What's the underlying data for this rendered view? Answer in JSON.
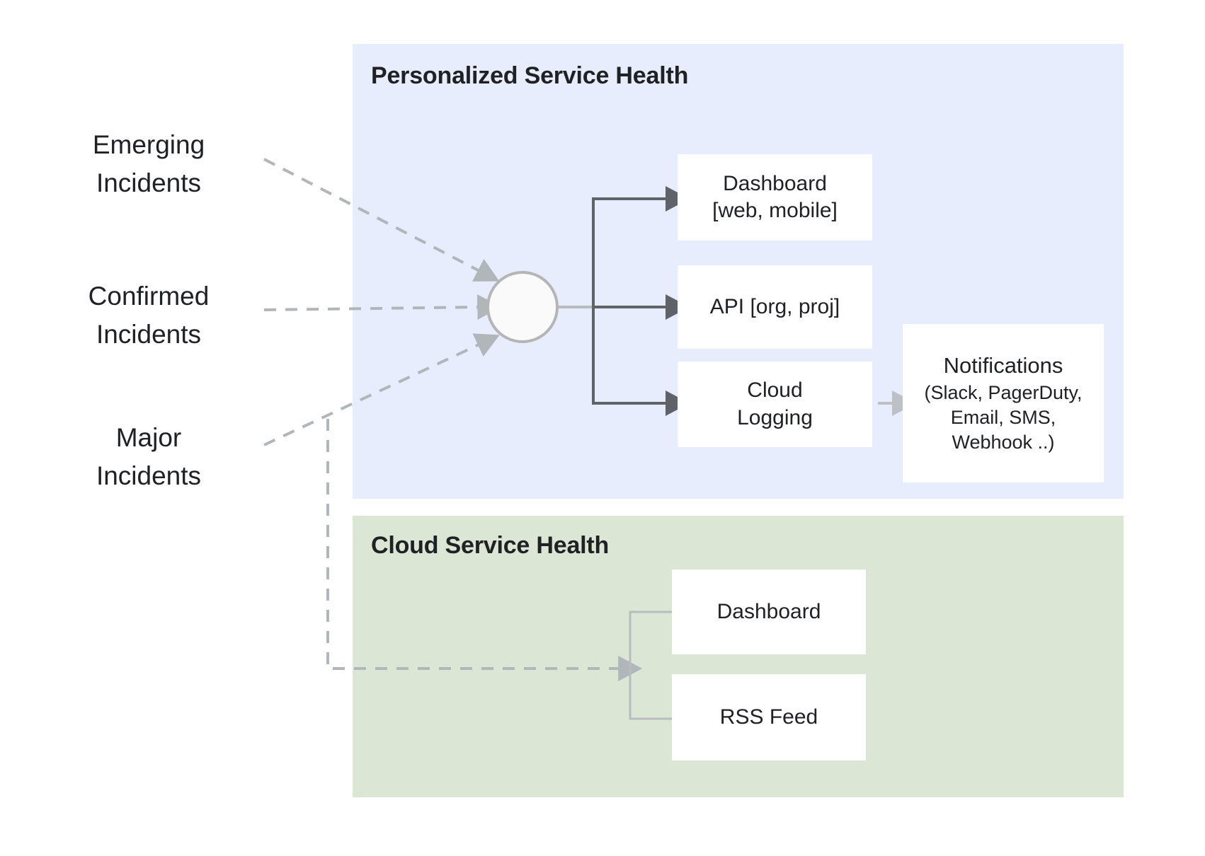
{
  "diagram": {
    "title_hidden": "",
    "colors": {
      "personalized_panel_bg": "#e8edfd",
      "cloud_panel_bg": "#dbe7d4",
      "box_bg": "#ffffff",
      "text": "#202124",
      "solid_arrow": "#5f6368",
      "dashed_arrow": "#b0b6ba",
      "light_arrow": "#bdc1c6",
      "circle_fill": "#fafafa",
      "circle_stroke": "#b5b5b5",
      "connector_light": "#b8bcc0"
    },
    "inputs": [
      {
        "id": "emerging",
        "label": "Emerging\nIncidents"
      },
      {
        "id": "confirmed",
        "label": "Confirmed\nIncidents"
      },
      {
        "id": "major",
        "label": "Major\nIncidents"
      }
    ],
    "panels": [
      {
        "id": "personalized-service-health",
        "title": "Personalized Service Health",
        "boxes": [
          {
            "id": "dashboard-web-mobile",
            "line1": "Dashboard",
            "line2": "[web, mobile]"
          },
          {
            "id": "api-org-proj",
            "line1": "API [org, proj]",
            "line2": ""
          },
          {
            "id": "cloud-logging",
            "line1": "Cloud",
            "line2": "Logging"
          },
          {
            "id": "notifications",
            "line1": "Notifications",
            "line2": "(Slack, PagerDuty,\nEmail, SMS,\nWebhook ..)"
          }
        ]
      },
      {
        "id": "cloud-service-health",
        "title": "Cloud Service Health",
        "boxes": [
          {
            "id": "dashboard",
            "line1": "Dashboard",
            "line2": ""
          },
          {
            "id": "rss-feed",
            "line1": "RSS Feed",
            "line2": ""
          }
        ]
      }
    ],
    "hub": {
      "id": "aggregation-node",
      "label": ""
    }
  }
}
